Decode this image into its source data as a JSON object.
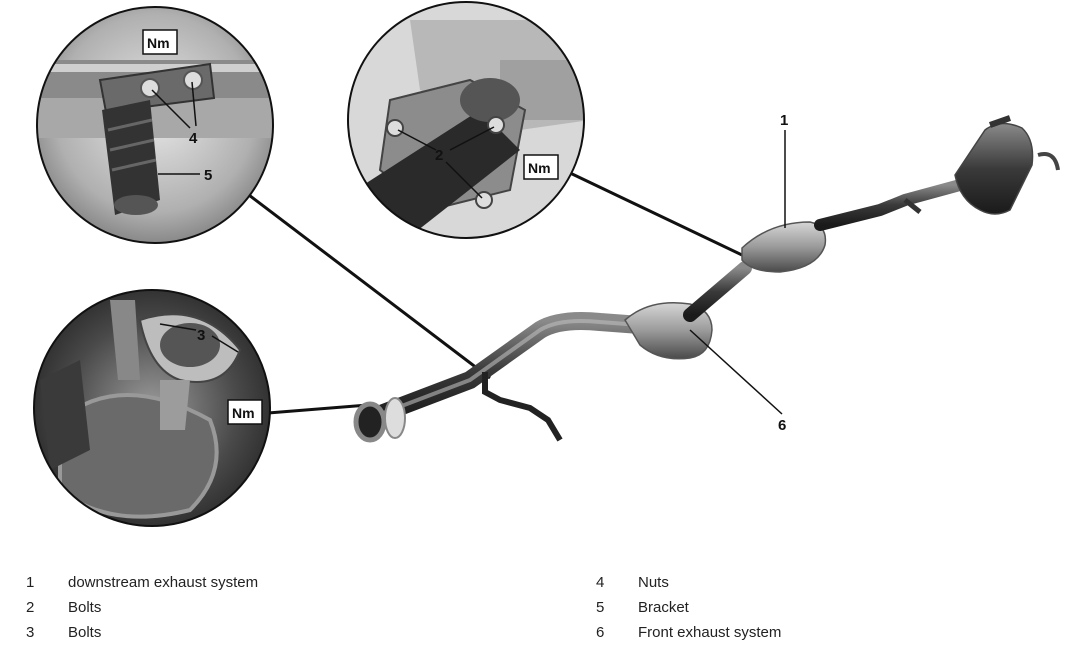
{
  "callouts": {
    "c1": "1",
    "c2": "2",
    "c3": "3",
    "c4": "4",
    "c5": "5",
    "c6": "6"
  },
  "torque_badges": {
    "top_left": "Nm",
    "top_center": "Nm",
    "bottom_left": "Nm"
  },
  "legend": {
    "left": [
      {
        "num": "1",
        "text": "downstream exhaust system"
      },
      {
        "num": "2",
        "text": "Bolts"
      },
      {
        "num": "3",
        "text": "Bolts"
      }
    ],
    "right": [
      {
        "num": "4",
        "text": "Nuts"
      },
      {
        "num": "5",
        "text": "Bracket"
      },
      {
        "num": "6",
        "text": "Front exhaust system"
      }
    ]
  }
}
